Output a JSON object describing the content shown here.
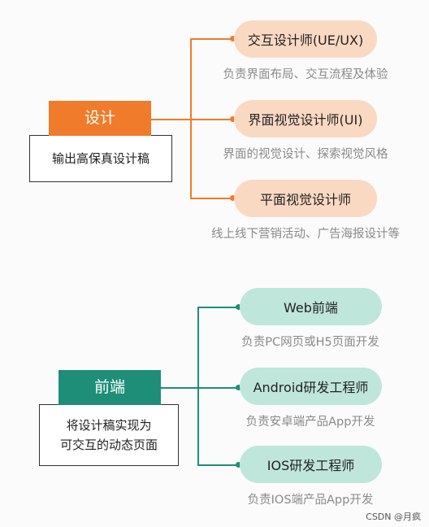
{
  "colors": {
    "design_accent": "#f07b2a",
    "design_pill": "#fad9c3",
    "frontend_accent": "#1e8e78",
    "frontend_pill": "#bfe6db",
    "subtitle": "#8a8a8a"
  },
  "design": {
    "label": "设计",
    "desc": "输出高保真设计稿",
    "roles": [
      {
        "title": "交互设计师(UE/UX)",
        "desc": "负责界面布局、交互流程及体验"
      },
      {
        "title": "界面视觉设计师(UI)",
        "desc": "界面的视觉设计、探索视觉风格"
      },
      {
        "title": "平面视觉设计师",
        "desc": "线上线下营销活动、广告海报设计等"
      }
    ]
  },
  "frontend": {
    "label": "前端",
    "desc_line1": "将设计稿实现为",
    "desc_line2": "可交互的动态页面",
    "roles": [
      {
        "title": "Web前端",
        "desc": "负责PC网页或H5页面开发"
      },
      {
        "title": "Android研发工程师",
        "desc": "负责安卓端产品App开发"
      },
      {
        "title": "IOS研发工程师",
        "desc": "负责IOS端产品App开发"
      }
    ]
  },
  "watermark": "CSDN @月疯"
}
